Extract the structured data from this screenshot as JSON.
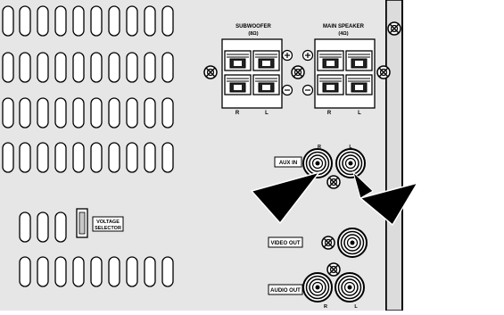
{
  "panel": {
    "background": "#e6e6e6",
    "outline": "#000000"
  },
  "subwoofer": {
    "title": "SUBWOOFER",
    "impedance": "(8Ω)",
    "left_label": "L",
    "right_label": "R"
  },
  "main_speaker": {
    "title": "MAIN SPEAKER",
    "impedance": "(4Ω)",
    "left_label": "L",
    "right_label": "R"
  },
  "polarity": {
    "plus": "+",
    "minus": "−"
  },
  "jacks": {
    "aux_in": "AUX IN",
    "aux_r": "R",
    "aux_l": "L",
    "video_out": "VIDEO OUT",
    "audio_out": "AUDIO OUT",
    "audio_r": "R",
    "audio_l": "L"
  },
  "voltage_selector": {
    "line1": "VOLTAGE",
    "line2": "SELECTOR"
  },
  "arrows": {
    "color": "#000000",
    "count": 2
  },
  "icons": [
    "screw-icon",
    "rca-jack-icon",
    "speaker-terminal-icon",
    "arrow-pointer-icon"
  ]
}
